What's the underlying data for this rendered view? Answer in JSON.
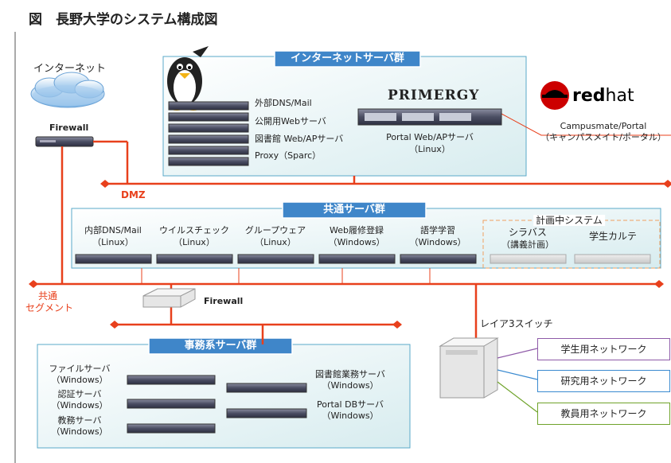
{
  "title": "図　長野大学のシステム構成図",
  "internet": {
    "label": "インターネット",
    "firewall": "Firewall"
  },
  "dmz": "DMZ",
  "common_segment": [
    "共通",
    "セグメント"
  ],
  "internet_group": {
    "title": "インターネットサーバ群",
    "servers": [
      "外部DNS/Mail",
      "公開用Webサーバ",
      "図書館 Web/APサーバ",
      "Proxy（Sparc）"
    ],
    "primergy": "PRIMERGY",
    "portal": [
      "Portal Web/APサーバ",
      "（Linux）"
    ]
  },
  "redhat": {
    "red": "red",
    "hat": "hat"
  },
  "campusmate": [
    "Campusmate/Portal",
    "（キャンパスメイト/ポータル）"
  ],
  "common_group": {
    "title": "共通サーバ群",
    "servers": [
      {
        "name": "内部DNS/Mail",
        "os": "（Linux）"
      },
      {
        "name": "ウイルスチェック",
        "os": "（Linux）"
      },
      {
        "name": "グループウェア",
        "os": "（Linux）"
      },
      {
        "name": "Web履修登録",
        "os": "（Windows）"
      },
      {
        "name": "語学学習",
        "os": "（Windows）"
      }
    ],
    "planned_title": "計画中システム",
    "planned": [
      {
        "name": "シラバス",
        "sub": "（講義計画）"
      },
      {
        "name": "学生カルテ",
        "sub": ""
      }
    ]
  },
  "firewall2": "Firewall",
  "office_group": {
    "title": "事務系サーバ群",
    "left": [
      {
        "name": "ファイルサーバ",
        "os": "（Windows）"
      },
      {
        "name": "認証サーバ",
        "os": "（Windows）"
      },
      {
        "name": "教務サーバ",
        "os": "（Windows）"
      }
    ],
    "right": [
      {
        "name": "図書館業務サーバ",
        "os": "（Windows）"
      },
      {
        "name": "Portal DBサーバ",
        "os": "（Windows）"
      }
    ]
  },
  "layer3": "レイア3スイッチ",
  "networks": [
    {
      "label": "学生用ネットワーク",
      "color": "#8e5aa8"
    },
    {
      "label": "研究用ネットワーク",
      "color": "#3a8ad0"
    },
    {
      "label": "教員用ネットワーク",
      "color": "#6fa32a"
    }
  ],
  "colors": {
    "line": "#e8401c",
    "group_header": "#3f86c9",
    "redhat": "#cc0000"
  }
}
